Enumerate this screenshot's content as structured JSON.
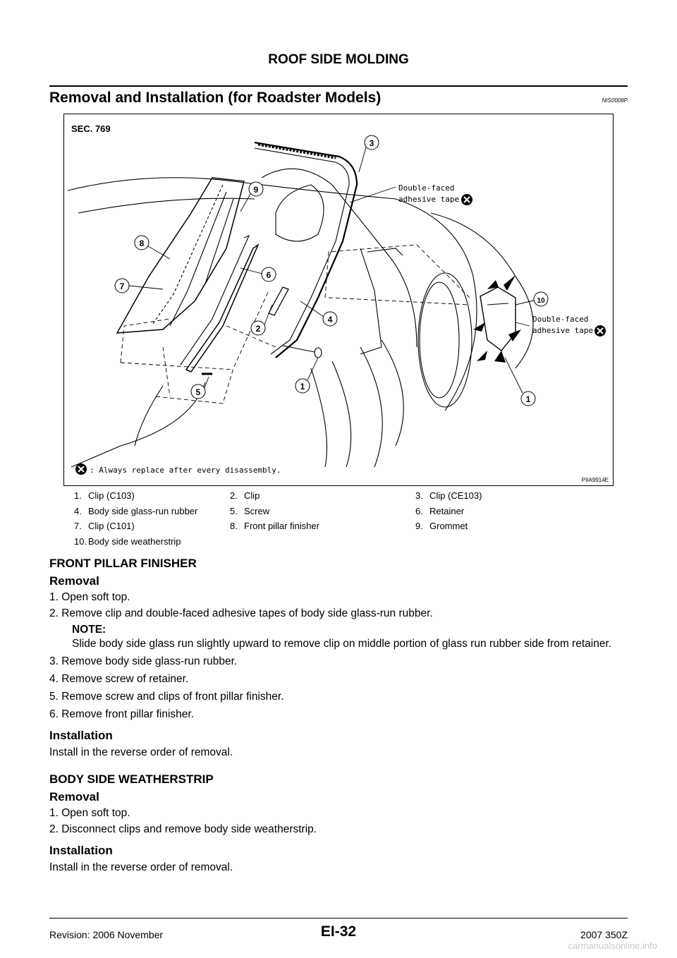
{
  "header": {
    "title": "ROOF SIDE MOLDING"
  },
  "section": {
    "title": "Removal and Installation (for Roadster Models)",
    "ref_code": "NIS0008P"
  },
  "figure": {
    "sec_label": "SEC. 769",
    "image_code": "PIIA9914E",
    "note": ": Always replace after every disassembly.",
    "callouts": [
      "3",
      "9",
      "8",
      "6",
      "7",
      "2",
      "4",
      "5",
      "1",
      "10",
      "1"
    ],
    "labels": {
      "tape1_line1": "Double-faced",
      "tape1_line2": "adhesive tape",
      "tape2_line1": "Double-faced",
      "tape2_line2": "adhesive tape"
    }
  },
  "legend": [
    [
      {
        "num": "1.",
        "text": "Clip (C103)"
      },
      {
        "num": "2.",
        "text": "Clip"
      },
      {
        "num": "3.",
        "text": "Clip (CE103)"
      }
    ],
    [
      {
        "num": "4.",
        "text": "Body side glass-run rubber"
      },
      {
        "num": "5.",
        "text": "Screw"
      },
      {
        "num": "6.",
        "text": "Retainer"
      }
    ],
    [
      {
        "num": "7.",
        "text": "Clip (C101)"
      },
      {
        "num": "8.",
        "text": "Front pillar finisher"
      },
      {
        "num": "9.",
        "text": "Grommet"
      }
    ],
    [
      {
        "num": "10.",
        "text": "Body side weatherstrip"
      }
    ]
  ],
  "front_pillar": {
    "heading": "FRONT PILLAR FINISHER",
    "removal_heading": "Removal",
    "steps_a": [
      "1.  Open soft top.",
      "2.  Remove clip and double-faced adhesive tapes of body side glass-run rubber."
    ],
    "note_label": "NOTE:",
    "note_text": "Slide body side glass run slightly upward to remove clip on middle portion of glass run rubber side from retainer.",
    "steps_b": [
      "3.  Remove body side glass-run rubber.",
      "4.  Remove screw of retainer.",
      "5.  Remove screw and clips of front pillar finisher.",
      "6.  Remove front pillar finisher."
    ],
    "install_heading": "Installation",
    "install_text": "Install in the reverse order of removal."
  },
  "weatherstrip": {
    "heading": "BODY SIDE WEATHERSTRIP",
    "removal_heading": "Removal",
    "steps": [
      "1.  Open soft top.",
      "2.  Disconnect clips and remove body side weatherstrip."
    ],
    "install_heading": "Installation",
    "install_text": "Install in the reverse order of removal."
  },
  "footer": {
    "revision": "Revision: 2006 November",
    "page": "EI-32",
    "model": "2007 350Z",
    "watermark": "carmanualsonline.info"
  }
}
